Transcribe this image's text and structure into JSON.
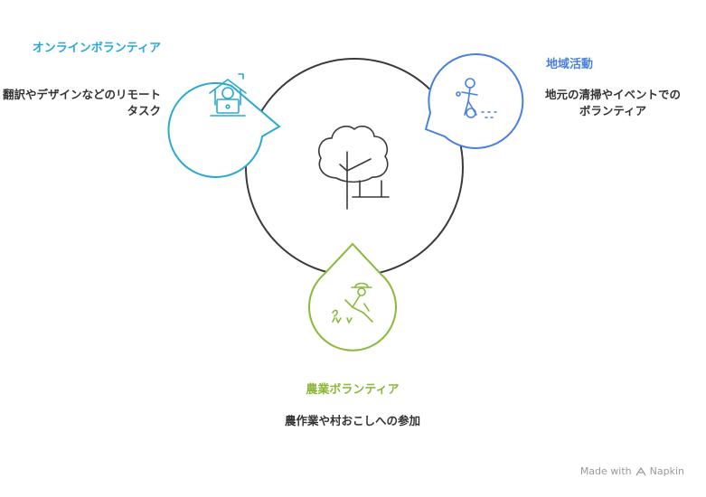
{
  "online": {
    "title": "オンラインボランティア",
    "description": "翻訳やデザインなどのリモートタスク",
    "color": "#2aa8d4"
  },
  "local": {
    "title": "地域活動",
    "description": "地元の清掃やイベントでのボランティア",
    "color": "#4a80e0"
  },
  "farm": {
    "title": "農業ボランティア",
    "description": "農作業や村おこしへの参加",
    "color": "#8ab83a"
  },
  "icons": {
    "center": "tree-icon",
    "online": "remote-work-laptop-icon",
    "local": "person-cleaning-icon",
    "farm": "farmer-planting-icon"
  },
  "footer": {
    "made_with": "Made with",
    "brand": "Napkin"
  }
}
